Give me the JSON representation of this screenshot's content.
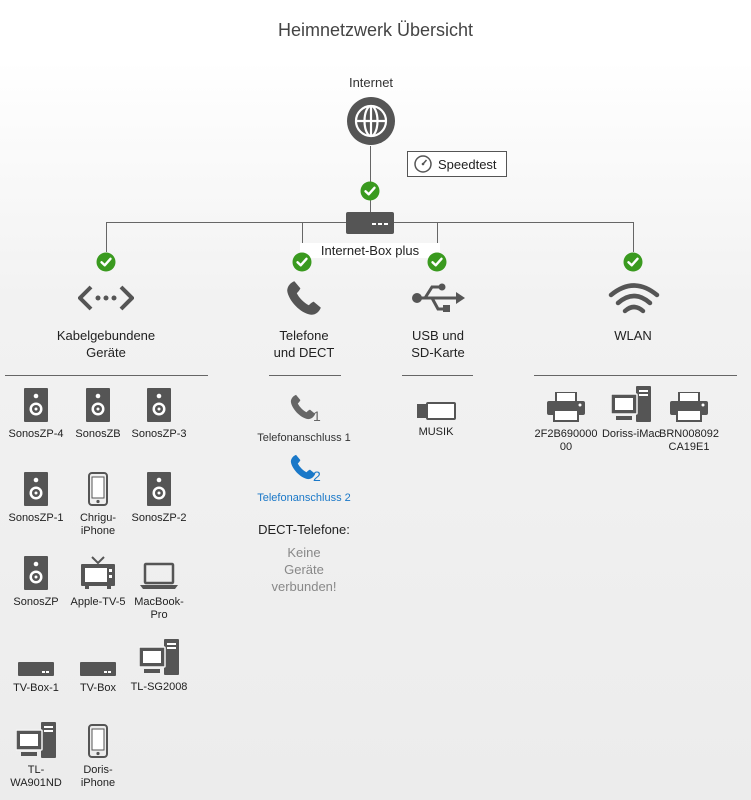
{
  "header": {
    "title": "Heimnetzwerk Übersicht"
  },
  "internet": {
    "label": "Internet",
    "icon": "globe-icon"
  },
  "speedtest": {
    "label": "Speedtest",
    "icon": "gauge-icon"
  },
  "router": {
    "label": "Internet-Box plus",
    "icon": "router-icon"
  },
  "categories": {
    "wired": {
      "label_line1": "Kabelgebundene",
      "label_line2": "Geräte",
      "icon": "ethernet-icon"
    },
    "phone": {
      "label_line1": "Telefone",
      "label_line2": "und DECT",
      "icon": "phone-icon"
    },
    "usb": {
      "label_line1": "USB und",
      "label_line2": "SD-Karte",
      "icon": "usb-icon"
    },
    "wlan": {
      "label_line1": "WLAN",
      "icon": "wifi-icon"
    }
  },
  "wired_devices": [
    {
      "name": "SonosZP-4",
      "icon": "speaker-icon"
    },
    {
      "name": "SonosZB",
      "icon": "speaker-icon"
    },
    {
      "name": "SonosZP-3",
      "icon": "speaker-icon"
    },
    {
      "name": "SonosZP-1",
      "icon": "speaker-icon"
    },
    {
      "name": "Chrigu-iPhone",
      "line1": "Chrigu-",
      "line2": "iPhone",
      "icon": "smartphone-icon"
    },
    {
      "name": "SonosZP-2",
      "icon": "speaker-icon"
    },
    {
      "name": "SonosZP",
      "icon": "speaker-icon"
    },
    {
      "name": "Apple-TV-5",
      "icon": "tv-icon"
    },
    {
      "name": "MacBook-Pro",
      "line1": "MacBook-",
      "line2": "Pro",
      "icon": "laptop-icon"
    },
    {
      "name": "TV-Box-1",
      "icon": "settop-box-icon"
    },
    {
      "name": "TV-Box",
      "icon": "settop-box-icon"
    },
    {
      "name": "TL-SG2008",
      "icon": "desktop-computer-icon"
    },
    {
      "name": "TL-WA901ND",
      "line1": "TL-",
      "line2": "WA901ND",
      "icon": "desktop-computer-icon"
    },
    {
      "name": "Doris-iPhone",
      "line1": "Doris-",
      "line2": "iPhone",
      "icon": "smartphone-icon"
    }
  ],
  "phones": [
    {
      "number": "1",
      "label": "Telefonanschluss 1",
      "color": "#666666"
    },
    {
      "number": "2",
      "label": "Telefonanschluss 2",
      "color": "#1a78c8"
    }
  ],
  "dect": {
    "title": "DECT-Telefone:",
    "none_line1": "Keine",
    "none_line2": "Geräte",
    "none_line3": "verbunden!"
  },
  "usb_devices": [
    {
      "name": "MUSIK",
      "icon": "usb-stick-icon"
    }
  ],
  "wlan_devices": [
    {
      "line1": "2F2B690000",
      "line2": "00",
      "icon": "printer-icon"
    },
    {
      "line1": "Doriss-iMac",
      "line2": "",
      "icon": "desktop-computer-icon"
    },
    {
      "line1": "BRN008092",
      "line2": "CA19E1",
      "icon": "printer-icon"
    }
  ],
  "colors": {
    "check": "#3a9a1f",
    "accent_blue": "#1a78c8",
    "icon_gray": "#555555"
  }
}
